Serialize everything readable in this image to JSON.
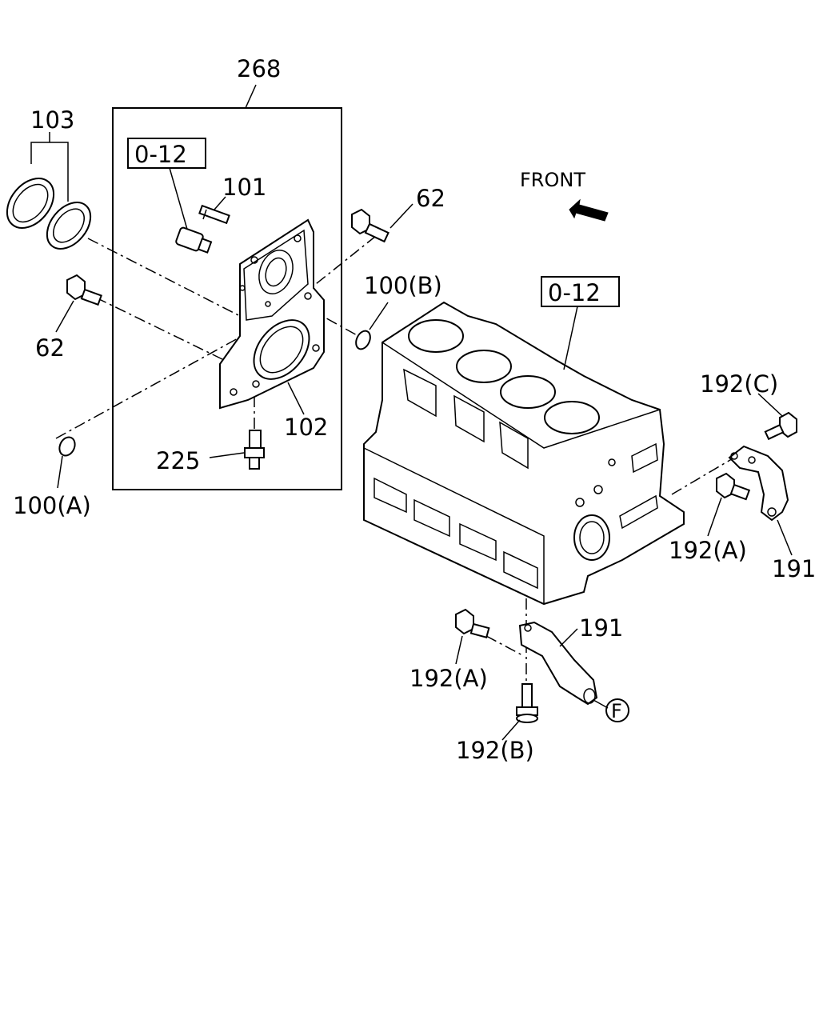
{
  "diagram": {
    "labels": {
      "p268": "268",
      "p103": "103",
      "ref_left": "0-12",
      "p101": "101",
      "p62_top": "62",
      "p62_left": "62",
      "p100b": "100(B)",
      "p102": "102",
      "p225": "225",
      "p100a": "100(A)",
      "front": "FRONT",
      "ref_block": "0-12",
      "p192c": "192(C)",
      "p192a_right": "192(A)",
      "p191_right": "191",
      "p191_bottom": "191",
      "p192a_bottom": "192(A)",
      "p192b": "192(B)",
      "circle_f": "F"
    }
  }
}
